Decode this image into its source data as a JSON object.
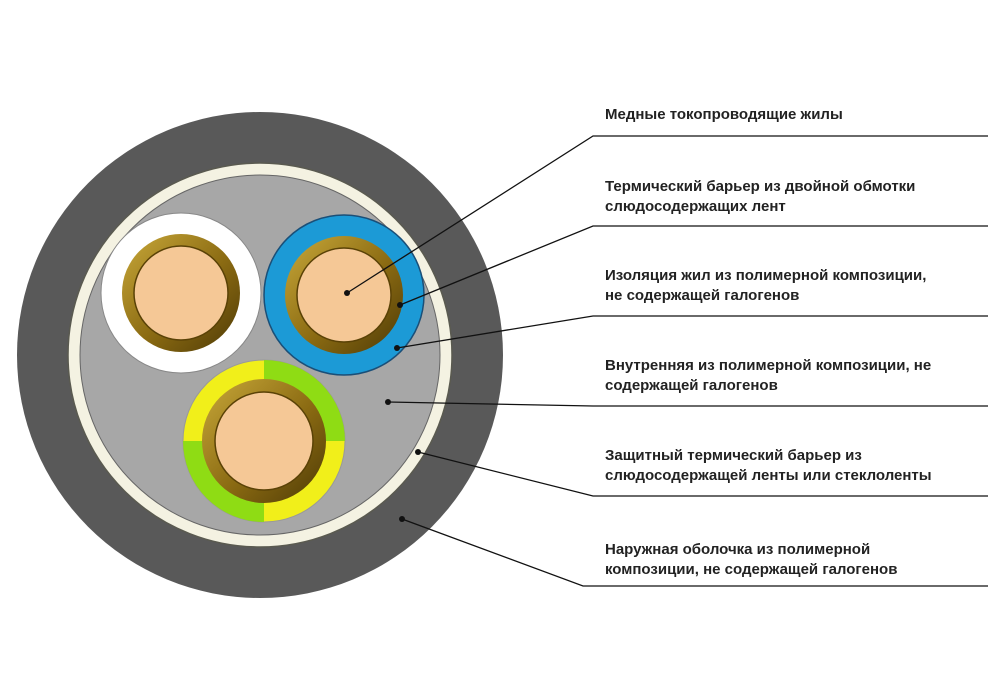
{
  "labels": [
    {
      "id": "conductor",
      "lines": [
        "Медные токопроводящие жилы"
      ]
    },
    {
      "id": "mica-barrier",
      "lines": [
        "Термический барьер из двойной обмотки",
        "слюдосодержащих лент"
      ]
    },
    {
      "id": "insulation",
      "lines": [
        "Изоляция жил из полимерной композиции,",
        "не содержащей галогенов"
      ]
    },
    {
      "id": "inner-filling",
      "lines": [
        "Внутренняя из полимерной композиции, не",
        "содержащей галогенов"
      ]
    },
    {
      "id": "protective-barrier",
      "lines": [
        "Защитный термический барьер из",
        "слюдосодержащей ленты или стеклоленты"
      ]
    },
    {
      "id": "outer-sheath",
      "lines": [
        "Наружная оболочка из полимерной",
        "композиции, не содержащей галогенов"
      ]
    }
  ],
  "colors": {
    "outer_sheath": "#595959",
    "protective_barrier": "#f4f2e2",
    "inner_filling": "#a7a7a7",
    "copper": "#f5c896",
    "mica_tape": "#8a6a12",
    "insulation_white": "#ffffff",
    "insulation_blue": "#1c9ad6",
    "insulation_yellow": "#f1ef1a",
    "insulation_green": "#8fdc14",
    "leader_line": "#111111"
  }
}
